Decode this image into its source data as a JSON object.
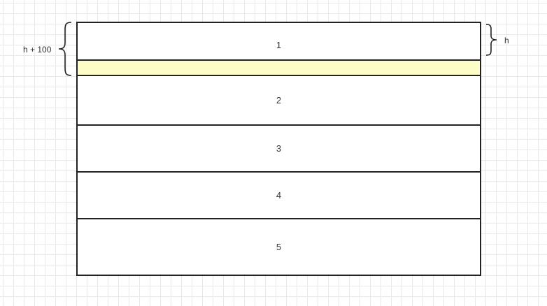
{
  "diagram": {
    "blocks": [
      {
        "id": "1",
        "label": "1"
      },
      {
        "id": "2",
        "label": "2"
      },
      {
        "id": "3",
        "label": "3"
      },
      {
        "id": "4",
        "label": "4"
      },
      {
        "id": "5",
        "label": "5"
      }
    ],
    "highlight_color": "#fdfdc8",
    "braces": {
      "left_label": "h + 100",
      "right_label": "h"
    }
  }
}
